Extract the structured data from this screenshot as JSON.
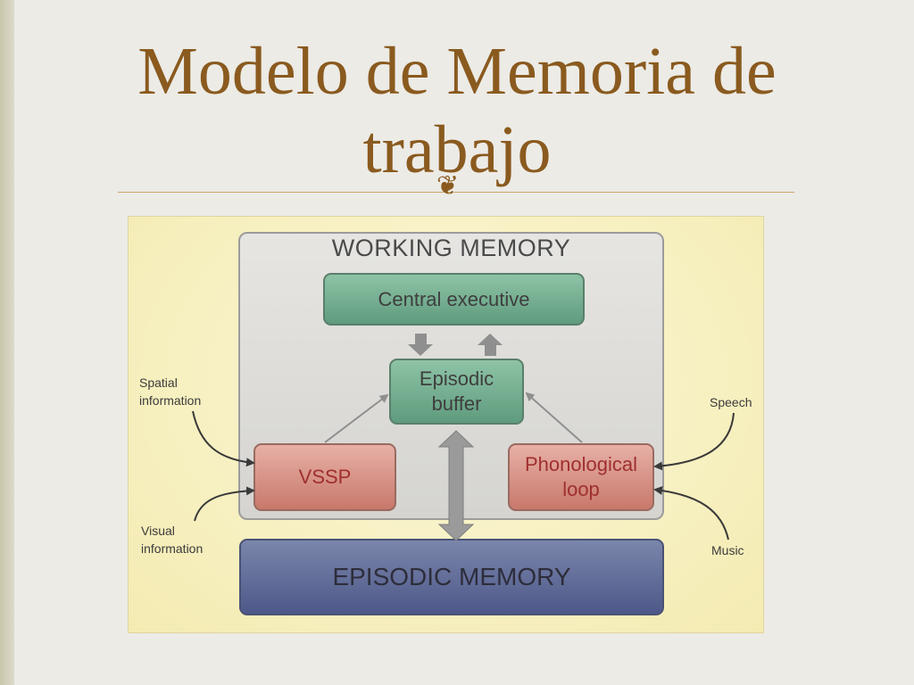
{
  "slide": {
    "title": "Modelo de Memoria de trabajo",
    "ornament_icon": "decorative-swirl"
  },
  "diagram": {
    "working_memory_label": "WORKING MEMORY",
    "central_executive": "Central executive",
    "episodic_buffer_line1": "Episodic",
    "episodic_buffer_line2": "buffer",
    "vssp": "VSSP",
    "phonological_line1": "Phonological",
    "phonological_line2": "loop",
    "episodic_memory": "EPISODIC MEMORY",
    "inputs": {
      "spatial_line1": "Spatial",
      "spatial_line2": "information",
      "visual_line1": "Visual",
      "visual_line2": "information",
      "speech": "Speech",
      "music": "Music"
    },
    "colors": {
      "title": "#8a5a1f",
      "green_box": "#6fa98a",
      "red_box": "#d48e82",
      "red_text": "#9f2f2f",
      "blue_box": "#5b6693",
      "arrow_gray": "#8f8f8f"
    }
  }
}
